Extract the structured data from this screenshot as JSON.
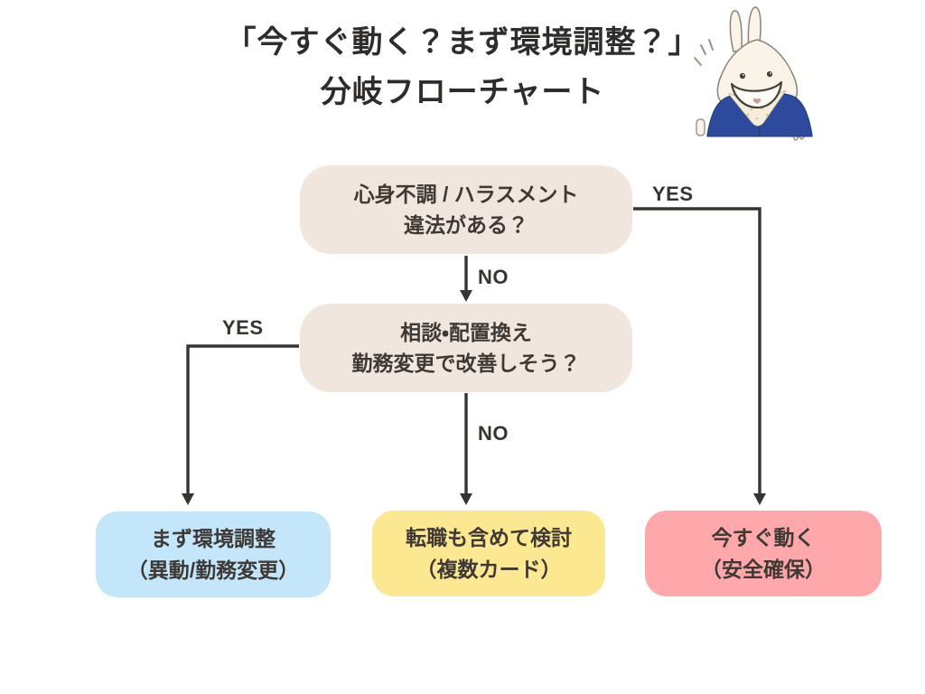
{
  "page": {
    "background": "#ffffff"
  },
  "title": {
    "line1": "「今すぐ動く？まず環境調整？」",
    "line2": "分岐フローチャート"
  },
  "flowchart": {
    "connector_color": "#383430",
    "nodes": {
      "q1": {
        "line1": "心身不調 / ハラスメント",
        "line2": "違法がある？",
        "color": "#f1e6dd"
      },
      "q2": {
        "line1": "相談・配置換え",
        "line2": "勤務変更で改善しそう？",
        "color": "#f1e6dd"
      },
      "env_adjust": {
        "line1": "まず環境調整",
        "line2": "（異動/勤務変更）",
        "color": "#c4e6fa"
      },
      "consider_change": {
        "line1": "転職も含めて検討",
        "line2": "（複数カード）",
        "color": "#fce890"
      },
      "act_now": {
        "line1": "今すぐ動く",
        "line2": "（安全確保）",
        "color": "#ffa8ab"
      }
    },
    "edge_labels": {
      "q1_yes": "YES",
      "q1_no": "NO",
      "q2_yes": "YES",
      "q2_no": "NO"
    }
  },
  "mascot": {
    "icon": "laughing-rabbit-in-blue-shirt",
    "shirt_color": "#2d4a9c",
    "body_color": "#faf4e8"
  }
}
